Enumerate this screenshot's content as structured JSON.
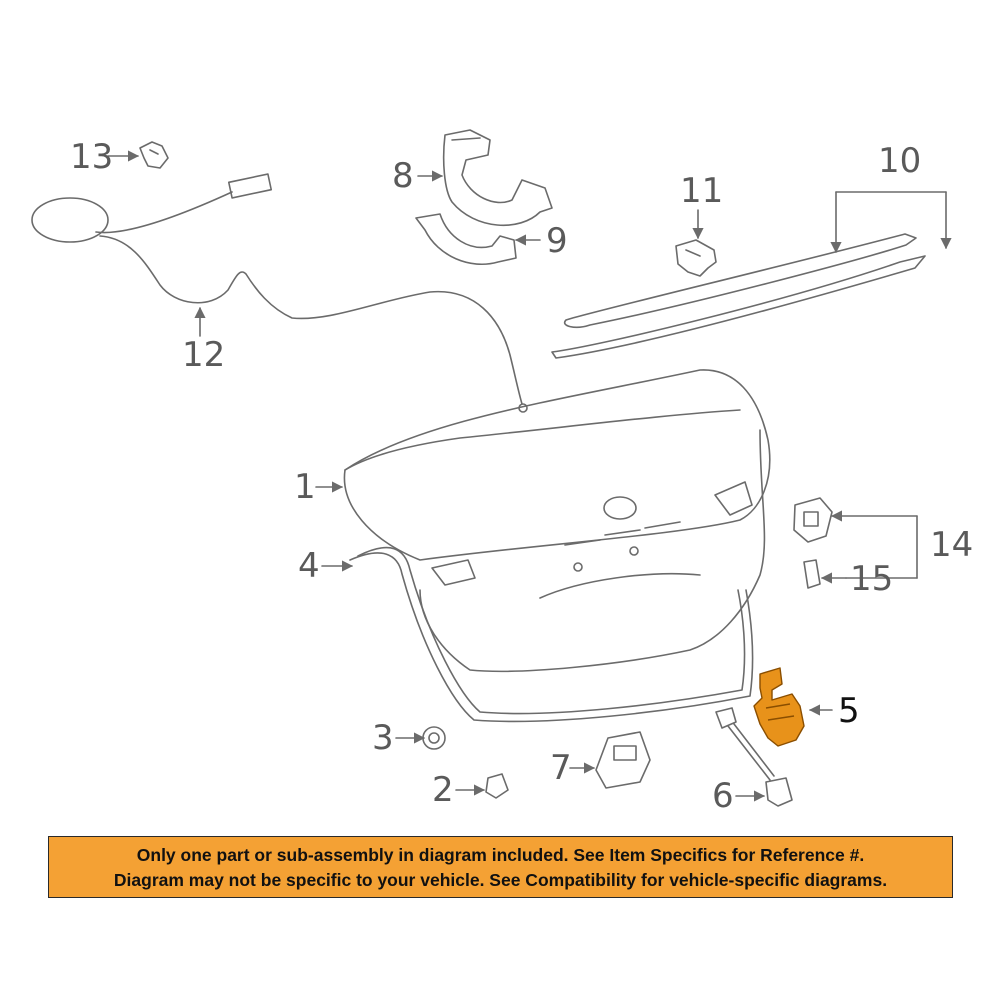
{
  "callouts": {
    "c1": "1",
    "c2": "2",
    "c3": "3",
    "c4": "4",
    "c5": "5",
    "c6": "6",
    "c7": "7",
    "c8": "8",
    "c9": "9",
    "c10": "10",
    "c11": "11",
    "c12": "12",
    "c13": "13",
    "c14": "14",
    "c15": "15"
  },
  "highlighted_part": "5",
  "colors": {
    "line": "#6b6b6b",
    "highlight": "#e8921a",
    "banner": "#f4a134"
  },
  "notice": {
    "line1": "Only one part or sub-assembly in diagram included. See Item Specifics for Reference #.",
    "line2": "Diagram may not be specific to your vehicle. See Compatibility for vehicle-specific diagrams."
  }
}
